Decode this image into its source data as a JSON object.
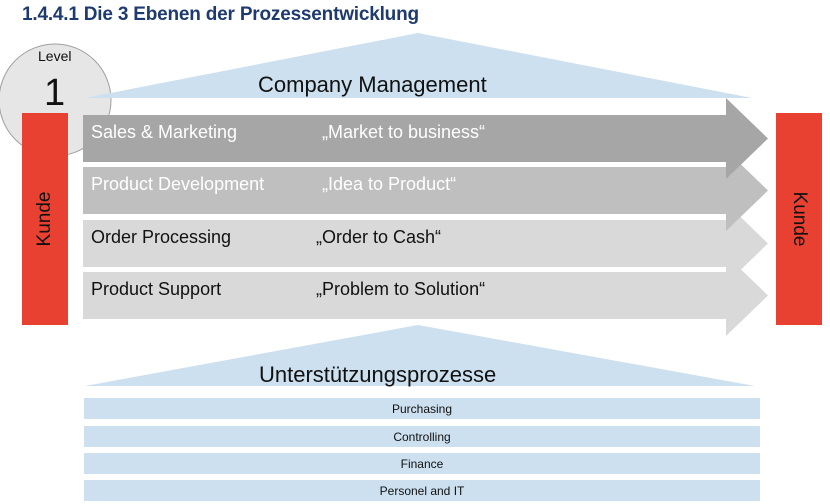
{
  "title": "1.4.4.1  Die 3 Ebenen der Prozessentwicklung",
  "level": {
    "label": "Level",
    "number": "1"
  },
  "top_level": "Company Management",
  "customer_label": "Kunde",
  "core_processes": [
    {
      "name": "Sales & Marketing",
      "motto": "„Market to business“",
      "color": "#a6a6a6",
      "text_color": "#ffffff"
    },
    {
      "name": "Product Development",
      "motto": "„Idea to Product“",
      "color": "#bfbfbf",
      "text_color": "#ffffff"
    },
    {
      "name": "Order Processing",
      "motto": "„Order to Cash“",
      "color": "#d9d9d9",
      "text_color": "#111111"
    },
    {
      "name": "Product Support",
      "motto": "„Problem to Solution“",
      "color": "#d9d9d9",
      "text_color": "#111111"
    }
  ],
  "support_level": "Unterstützungsprozesse",
  "support_processes": [
    "Purchasing",
    "Controlling",
    "Finance",
    "Personel and IT"
  ],
  "colors": {
    "customer": "#e84132",
    "support": "#cde0ef",
    "title": "#1f3a6e"
  }
}
